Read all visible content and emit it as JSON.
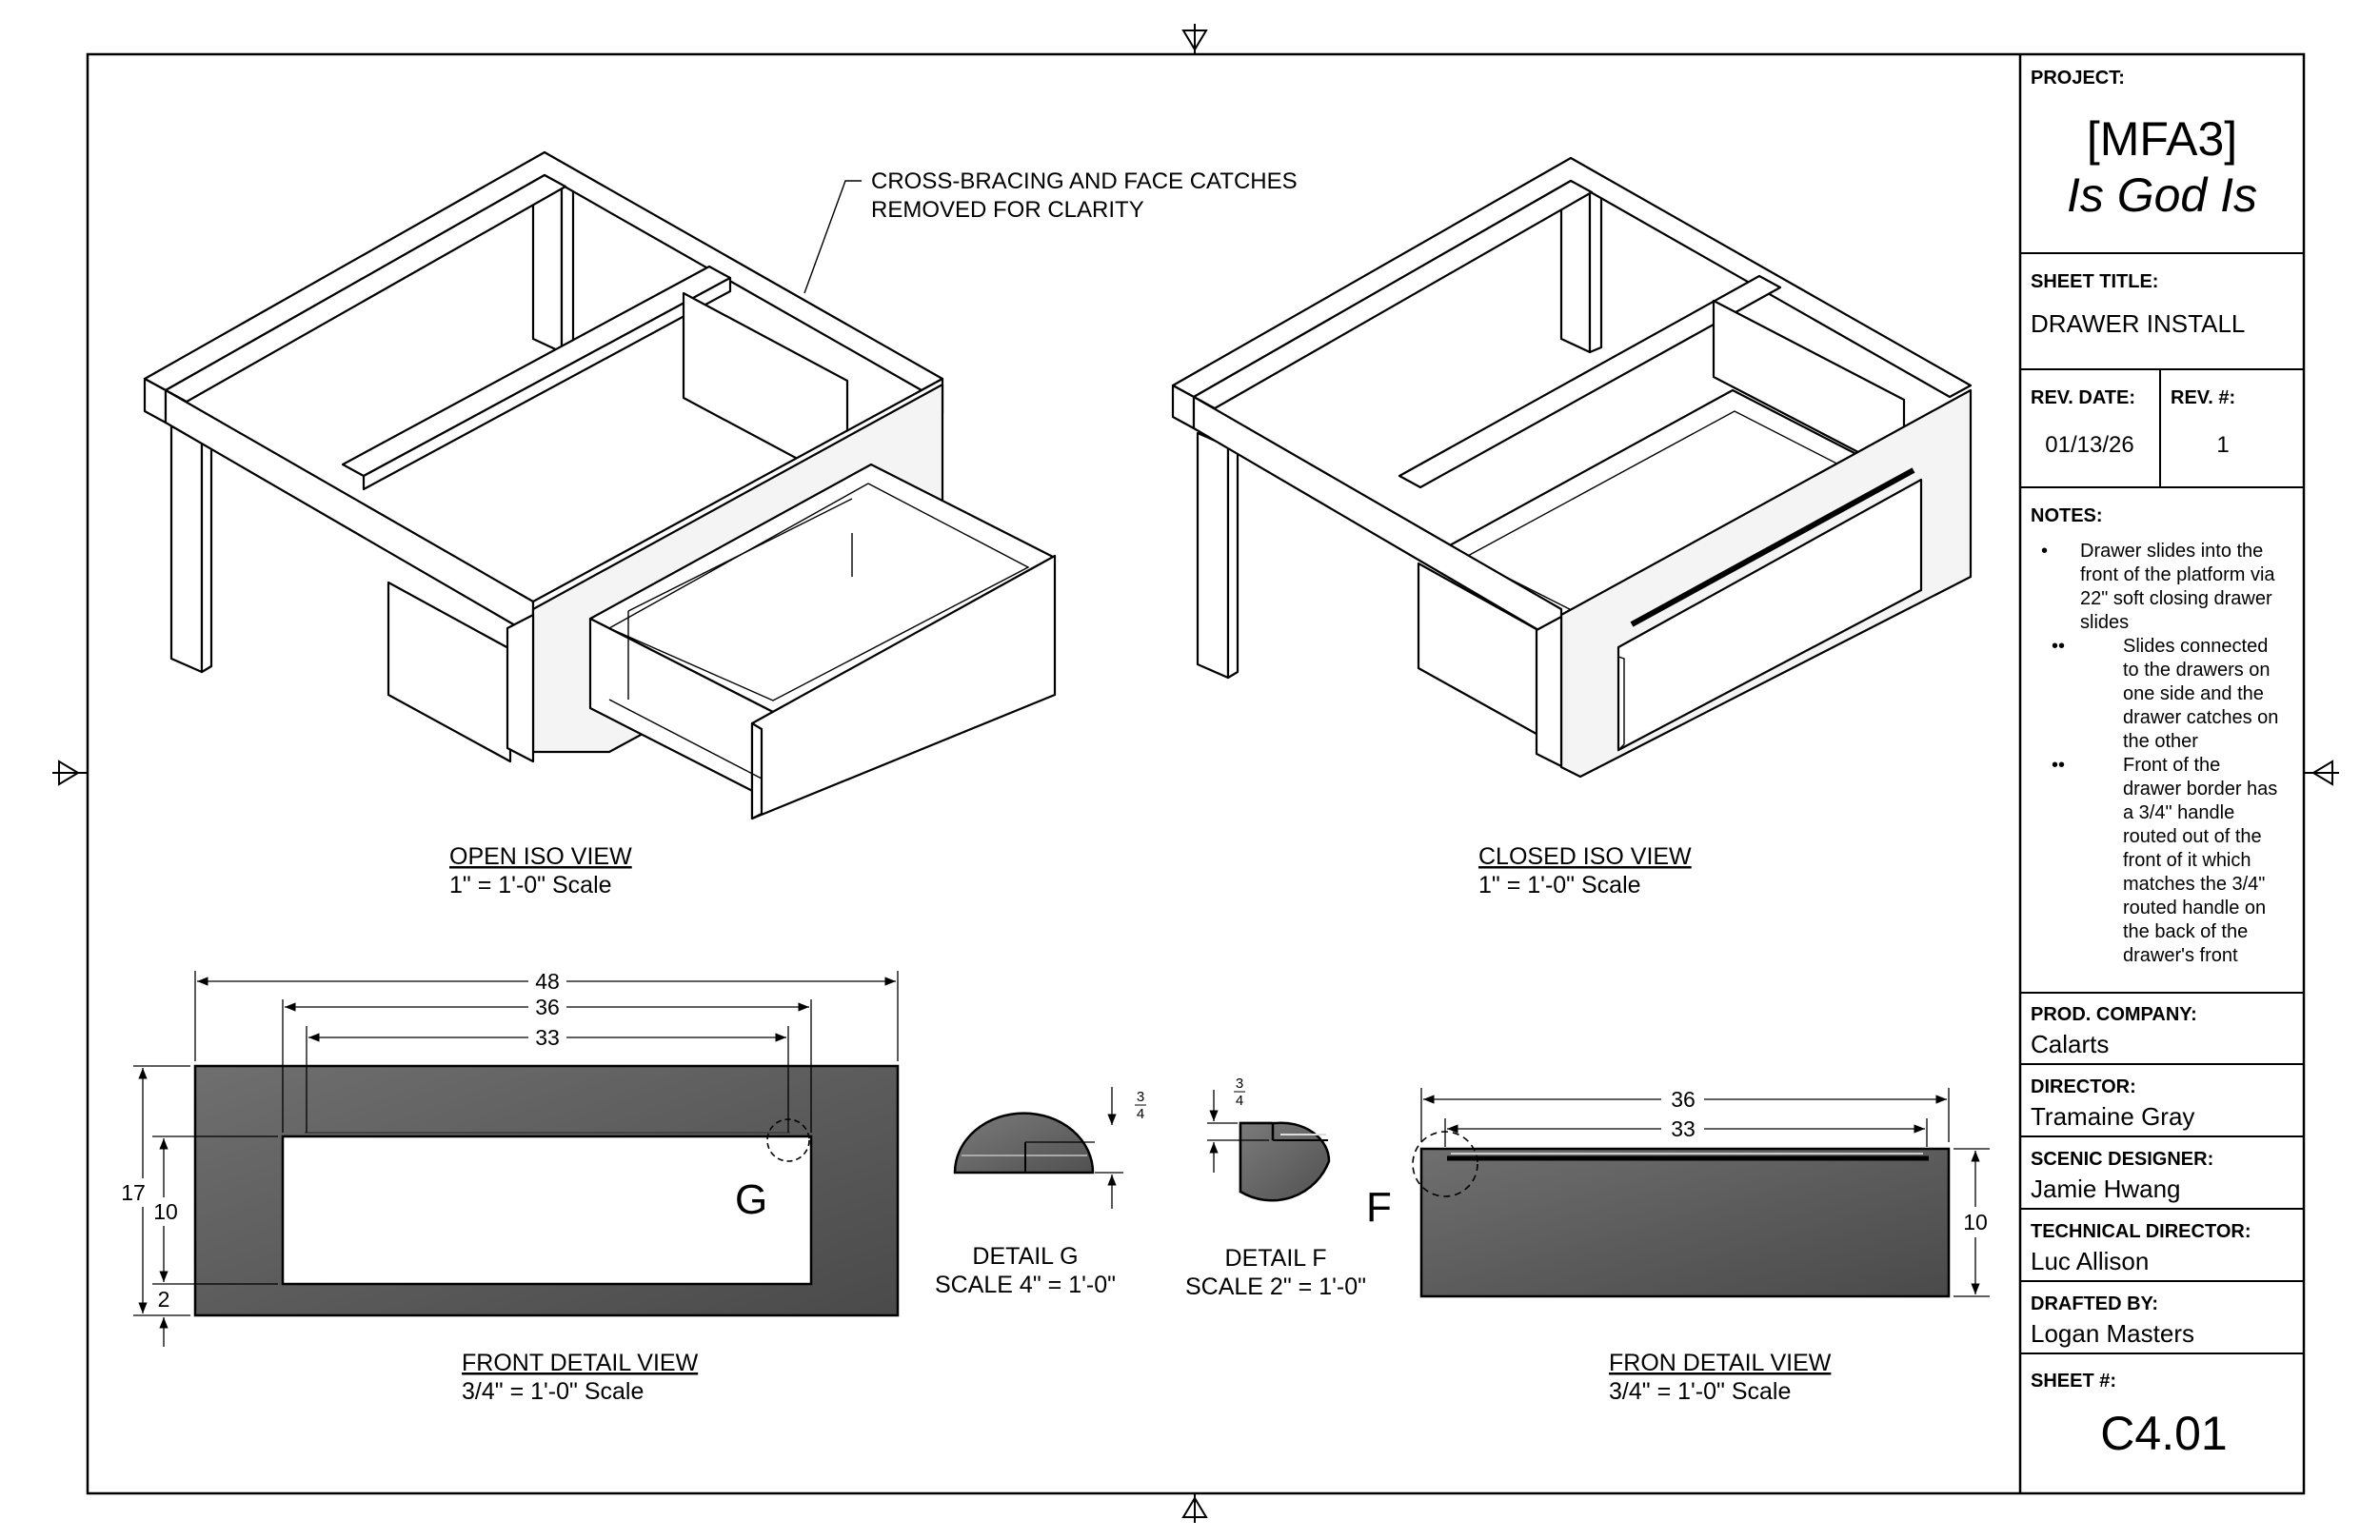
{
  "title_block": {
    "project_label": "PROJECT:",
    "project_code": "[MFA3]",
    "project_name": "Is God Is",
    "sheet_title_label": "SHEET TITLE:",
    "sheet_title": "DRAWER INSTALL",
    "rev_date_label": "REV. DATE:",
    "rev_date": "01/13/26",
    "rev_num_label": "REV. #:",
    "rev_num": "1",
    "notes_label": "NOTES:",
    "notes": [
      {
        "bullet": "•",
        "lines": [
          "Drawer slides into the",
          "front of the platform via",
          "22\" soft closing drawer",
          "slides"
        ]
      },
      {
        "bullet": "••",
        "lines": [
          "Slides connected",
          "to the drawers on",
          "one side and the",
          "drawer catches on",
          "the other"
        ]
      },
      {
        "bullet": "••",
        "lines": [
          "Front of the",
          "drawer border has",
          "a 3/4\" handle",
          "routed out of the",
          "front of it which",
          "matches the 3/4\"",
          "routed handle on",
          "the back of the",
          "drawer's front"
        ]
      }
    ],
    "prod_company_label": "PROD. COMPANY:",
    "prod_company": "Calarts",
    "director_label": "DIRECTOR:",
    "director": "Tramaine Gray",
    "scenic_label": "SCENIC DESIGNER:",
    "scenic": "Jamie Hwang",
    "tech_label": "TECHNICAL DIRECTOR:",
    "tech": "Luc Allison",
    "drafted_label": "DRAFTED BY:",
    "drafted": "Logan Masters",
    "sheet_num_label": "SHEET #:",
    "sheet_num": "C4.01"
  },
  "annotation": {
    "line1": "CROSS-BRACING AND FACE CATCHES",
    "line2": "REMOVED FOR CLARITY"
  },
  "views": {
    "open_iso": {
      "title": "OPEN ISO VIEW",
      "scale": "1\" = 1'-0\" Scale"
    },
    "closed_iso": {
      "title": "CLOSED ISO VIEW",
      "scale": "1\" = 1'-0\" Scale"
    },
    "front_detail": {
      "title": "FRONT DETAIL VIEW",
      "scale": "3/4\" = 1'-0\" Scale"
    },
    "fron_detail": {
      "title": "FRON DETAIL VIEW",
      "scale": "3/4\" = 1'-0\" Scale"
    },
    "detail_g": {
      "title": "DETAIL G",
      "scale": "SCALE 4\" = 1'-0\"",
      "callout": "G"
    },
    "detail_f": {
      "title": "DETAIL F",
      "scale": "SCALE 2\" = 1'-0\"",
      "callout": "F"
    }
  },
  "dimensions": {
    "front": {
      "overall_width": "48",
      "opening_width": "36",
      "inner_width": "33",
      "overall_height": "17",
      "opening_height": "10",
      "bottom_rail": "2"
    },
    "fron": {
      "width": "36",
      "handle_width": "33",
      "height": "10"
    },
    "detail_g_num": "3",
    "detail_g_den": "4",
    "detail_f_num": "3",
    "detail_f_den": "4"
  }
}
